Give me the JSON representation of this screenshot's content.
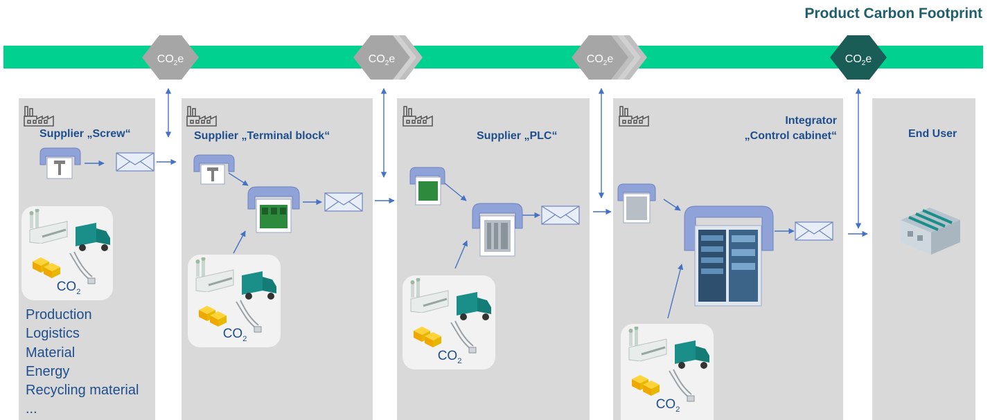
{
  "title": "Product Carbon Footprint",
  "co2e_badge": {
    "main": "CO",
    "sub": "2",
    "suffix": "e"
  },
  "co2_label": {
    "main": "CO",
    "sub": "2"
  },
  "stages": [
    {
      "label": "Supplier „Screw“"
    },
    {
      "label": "Supplier „Terminal block“"
    },
    {
      "label": "Supplier „PLC“"
    },
    {
      "label_line1": "Integrator",
      "label_line2": "„Control cabinet“"
    },
    {
      "label": "End User"
    }
  ],
  "categories": [
    "Production",
    "Logistics",
    "Material",
    "Energy",
    "Recycling material",
    "..."
  ],
  "colors": {
    "band": "#00d18e",
    "stage_bg": "#d9d9d9",
    "badge_grey": "#a6a6a6",
    "badge_dark": "#1a5d57",
    "text_blue": "#1f4e8c",
    "title": "#1f5f6b",
    "arrow": "#4472c4",
    "frame": "#7f8fc8"
  }
}
